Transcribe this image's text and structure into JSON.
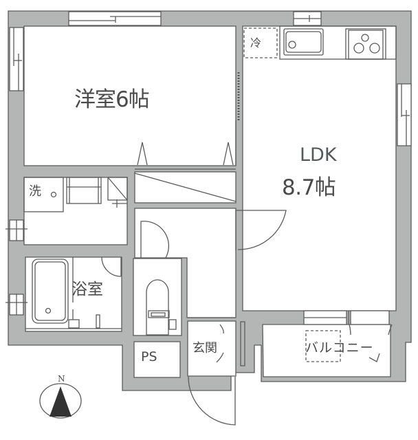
{
  "floor_plan": {
    "type": "1LDK",
    "colors": {
      "wall": "#b4b6b5",
      "line": "#5a5a5a",
      "text": "#4a4a4a",
      "background": "#ffffff"
    },
    "rooms": {
      "western_room": {
        "label": "洋室6帖"
      },
      "ldk": {
        "label": "LDK",
        "size": "8.7帖"
      },
      "bathroom": {
        "label": "浴室"
      },
      "washer": {
        "label": "洗"
      },
      "refrigerator": {
        "label": "冷"
      },
      "pipe_space": {
        "label": "PS"
      },
      "entrance": {
        "label": "玄関"
      },
      "balcony": {
        "label": "バルコニー"
      }
    },
    "compass": {
      "label": "N"
    }
  }
}
